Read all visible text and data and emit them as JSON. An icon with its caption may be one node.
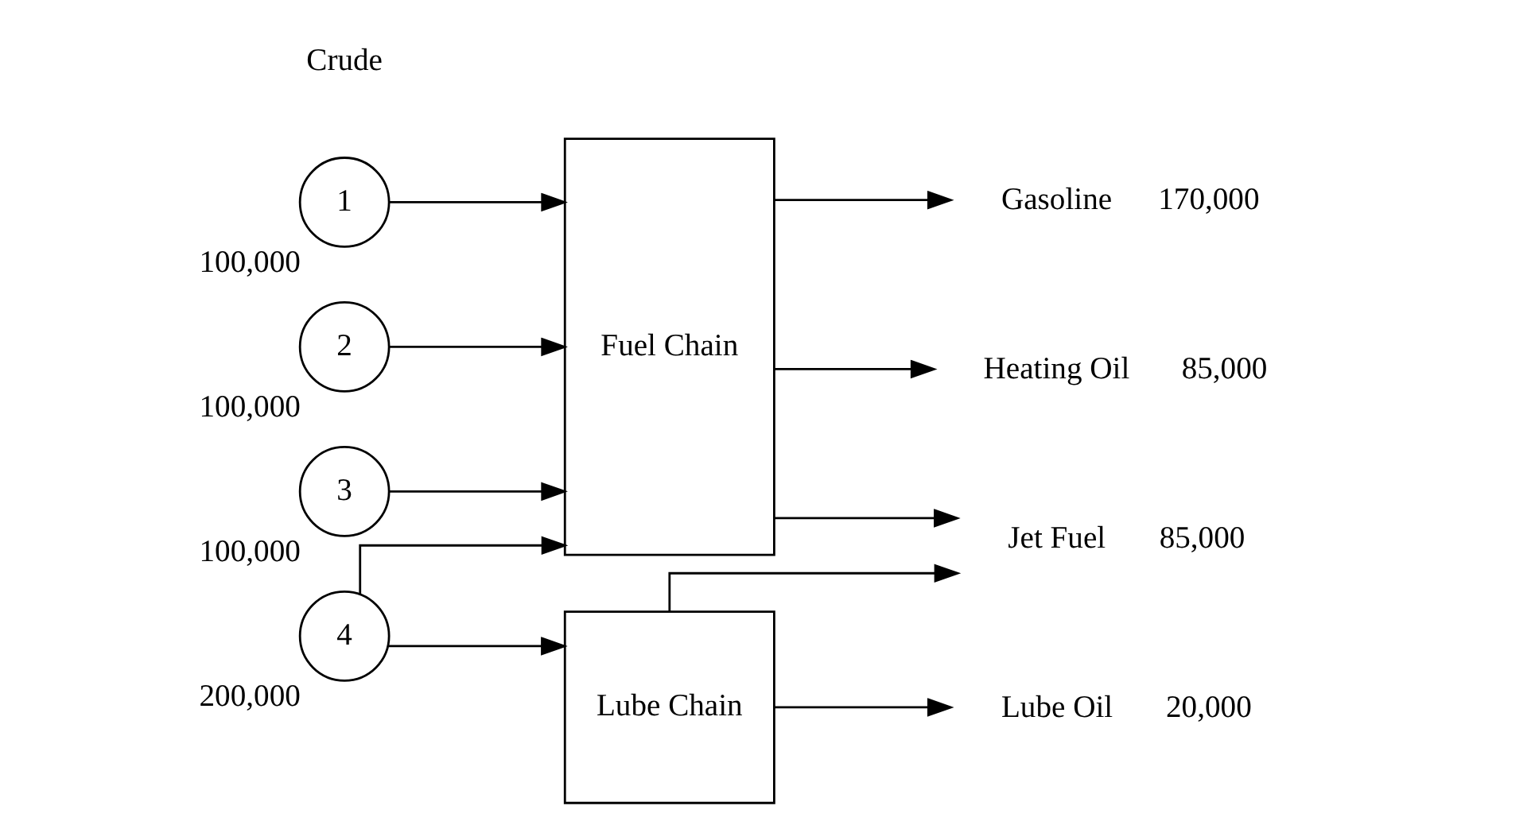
{
  "diagram": {
    "nodes": [
      {
        "text": [
          "1"
        ],
        "beside": [
          "100,000"
        ]
      },
      {
        "text": [
          "2"
        ],
        "beside": [
          "100,000"
        ]
      },
      {
        "text": [
          "3"
        ],
        "beside": [
          "100,000"
        ]
      },
      {
        "text": [
          "4"
        ],
        "beside": [
          "200,000"
        ]
      },
      {
        "text": [
          "Fuel Chain"
        ]
      },
      {
        "text": [
          "Lube Chain"
        ]
      },
      {
        "text": [
          "Gasoline"
        ],
        "beside": [
          "170,000"
        ]
      },
      {
        "text": [
          "Heating Oil"
        ],
        "beside": [
          "85,000"
        ]
      },
      {
        "text": [
          "Jet Fuel"
        ],
        "beside": [
          "85,000"
        ]
      },
      {
        "text": [
          "Lube Oil"
        ],
        "beside": [
          "20,000"
        ]
      }
    ],
    "edges": [
      {
        "from": 0,
        "to": 4,
        "arrow": "to"
      },
      {
        "from": 1,
        "to": 4,
        "arrow": "to"
      },
      {
        "from": 2,
        "to": 4,
        "arrow": "to"
      },
      {
        "from": 3,
        "to": 4,
        "arrow": "to"
      },
      {
        "from": 3,
        "to": 5,
        "arrow": "to"
      },
      {
        "from": 4,
        "to": 6,
        "arrow": "to"
      },
      {
        "from": 4,
        "to": 7,
        "arrow": "to"
      },
      {
        "from": 4,
        "to": 8,
        "arrow": "to"
      },
      {
        "from": 5,
        "to": 8,
        "arrow": "to"
      },
      {
        "from": 5,
        "to": 9,
        "arrow": "to"
      }
    ],
    "labels": [
      "Crude"
    ]
  }
}
